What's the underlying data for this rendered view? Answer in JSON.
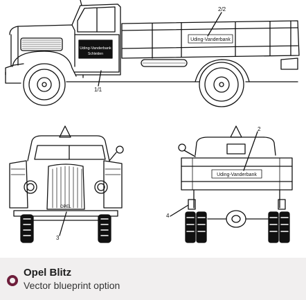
{
  "drawing": {
    "callouts": [
      "2/2",
      "1/1",
      "2",
      "3",
      "4"
    ],
    "side_sign_text": "Uding-Vanderbank",
    "door_logo_text": "Uding-Vanderbank",
    "door_logo_sub": "Schleiden",
    "rear_sign_text": "Uding-Vanderbank",
    "grille_badge": "OPEL"
  },
  "option": {
    "title": "Opel Blitz",
    "subtitle": "Vector blueprint option",
    "accent_color": "#6e1e3b",
    "selected": true
  }
}
